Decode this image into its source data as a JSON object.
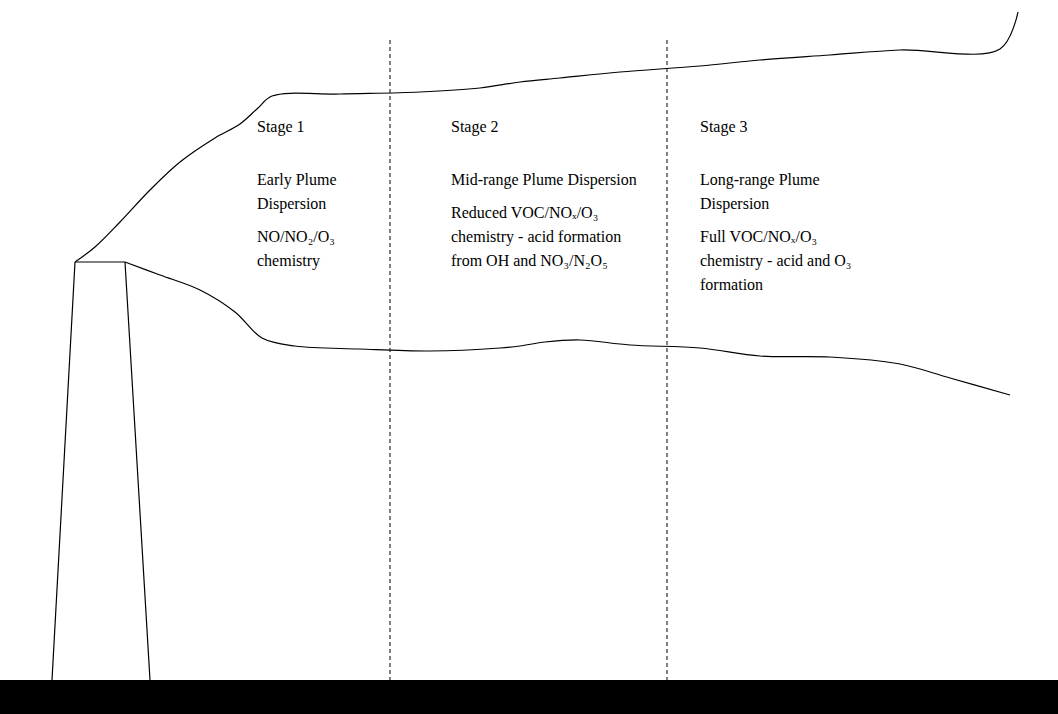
{
  "diagram": {
    "nodes": [
      {
        "text": [
          "Stage 1",
          "Early Plume Dispersion",
          "NO/NO₂/O₃ chemistry"
        ]
      },
      {
        "text": [
          "Stage 2",
          "Mid-range Plume Dispersion",
          "Reduced VOC/NOₓ/O₃ chemistry - acid formation from OH and NO₃/N₂O₅"
        ]
      },
      {
        "text": [
          "Stage 3",
          "Long-range Plume Dispersion",
          "Full VOC/NOₓ/O₃ chemistry - acid and O₃ formation"
        ]
      }
    ]
  }
}
